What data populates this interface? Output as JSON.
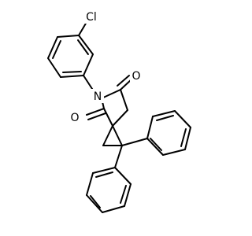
{
  "molecule": {
    "atoms": {
      "chlorine": "Cl",
      "nitrogen": "N",
      "oxygen_top": "O",
      "oxygen_bottom": "O"
    }
  },
  "colors": {
    "background": "#ffffff",
    "bond": "#000000",
    "chlorine": "#000000",
    "nitrogen": "#000000",
    "oxygen": "#000000"
  }
}
